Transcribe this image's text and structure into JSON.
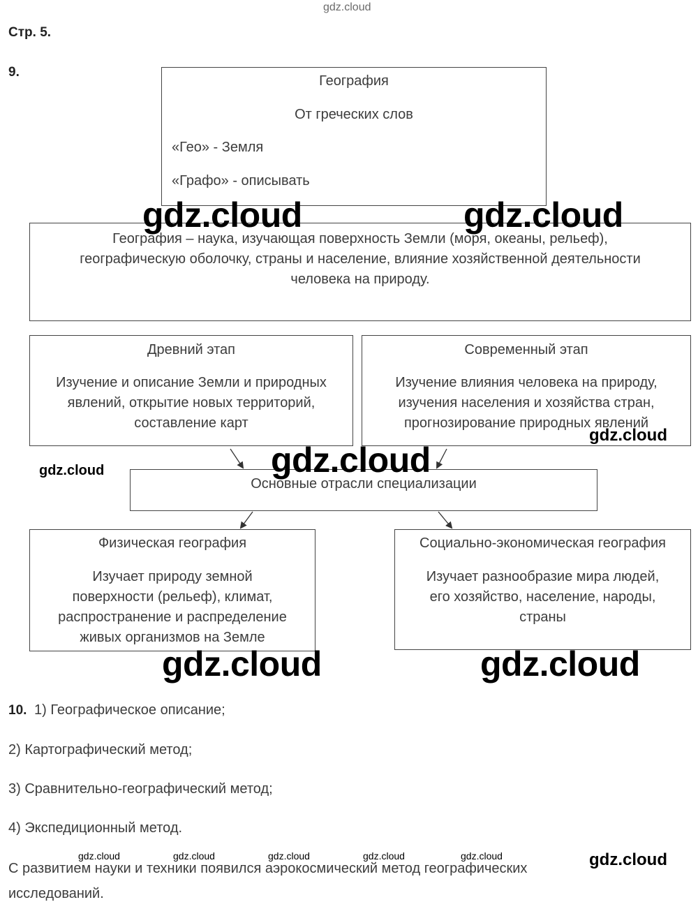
{
  "watermark": "gdz.cloud",
  "header": {
    "page_ref": "Стр. 5.",
    "task9_num": "9.",
    "task10_num": "10."
  },
  "diagram": {
    "origin_box": {
      "title": "География",
      "subtitle": "От греческих слов",
      "line1": "«Гео» - Земля",
      "line2": "«Графо» - описывать"
    },
    "definition": {
      "line1": "География – наука, изучающая поверхность Земли (моря, океаны, рельеф),",
      "line2": "географическую оболочку, страны и население, влияние хозяйственной деятельности",
      "line3": "человека на природу."
    },
    "ancient_stage": {
      "title": "Древний этап",
      "line1": "Изучение и описание Земли и природных",
      "line2": "явлений, открытие новых территорий,",
      "line3": "составление карт"
    },
    "modern_stage": {
      "title": "Современный этап",
      "line1": "Изучение влияния человека на природу,",
      "line2": "изучения населения и хозяйства стран,",
      "line3": "прогнозирование природных явлений"
    },
    "specializations": {
      "title": "Основные отрасли специализации"
    },
    "physical": {
      "title": "Физическая география",
      "line1": "Изучает природу земной",
      "line2": "поверхности (рельеф), климат,",
      "line3": "распространение и распределение",
      "line4": "живых организмов на Земле"
    },
    "socioeconomic": {
      "title": "Социально-экономическая география",
      "line1": "Изучает разнообразие мира людей,",
      "line2": "его хозяйство, население, народы,",
      "line3": "страны"
    }
  },
  "task10": {
    "items": [
      "1) Географическое описание;",
      "2) Картографический метод;",
      "3) Сравнительно-географический метод;",
      "4) Экспедиционный метод."
    ],
    "conclusion_line1": "С развитием науки и техники появился аэрокосмический метод географических",
    "conclusion_line2": "исследований."
  }
}
